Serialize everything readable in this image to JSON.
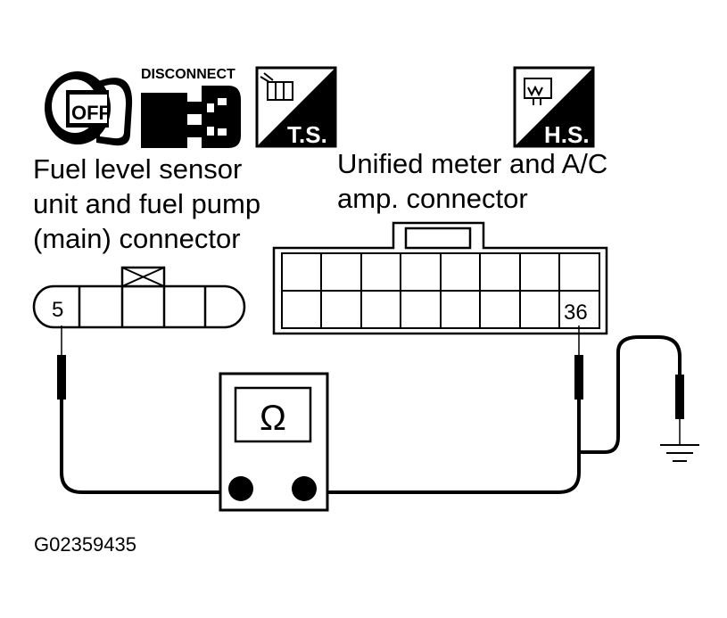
{
  "icons": {
    "ignition": {
      "icon": "ignition-key-icon",
      "text": "OFF"
    },
    "disconnect": {
      "icon": "disconnect-connector-icon",
      "text": "DISCONNECT"
    },
    "terminal_side": {
      "icon": "terminal-side-icon",
      "text": "T.S."
    },
    "harness_side": {
      "icon": "harness-side-icon",
      "text": "H.S."
    }
  },
  "labels": {
    "fuel_sensor": [
      "Fuel level sensor",
      "unit and fuel pump",
      "(main) connector"
    ],
    "meter_amp": [
      "Unified meter and A/C",
      "amp. connector"
    ]
  },
  "pins": {
    "fuel_sensor_pin": "5",
    "meter_pin": "36"
  },
  "meter": {
    "symbol": "Ω"
  },
  "figure_code": "G02359435"
}
